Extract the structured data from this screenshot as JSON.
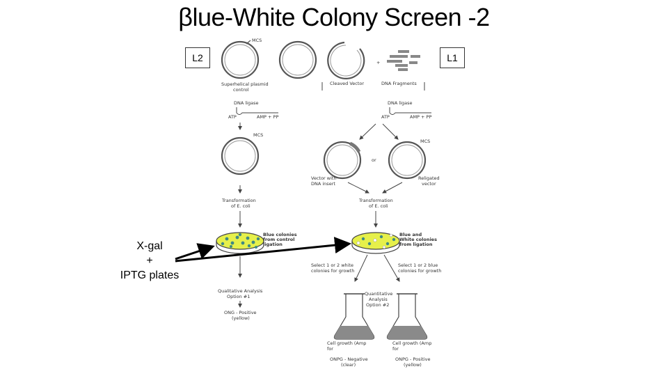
{
  "slide": {
    "title": "βlue-White Colony Screen -2"
  },
  "labels": {
    "left_box": "L2",
    "right_box": "L1"
  },
  "side_label": {
    "line1": "X-gal",
    "line2": "+",
    "line3": "IPTG plates"
  },
  "diagram": {
    "mcs_top": "MCS",
    "plus_sign": "+",
    "superhelical_1": "Superhelical plasmid",
    "superhelical_2": "control",
    "cleaved_vector": "Cleaved Vector",
    "dna_fragments": "DNA Fragments",
    "ligase_left": "DNA ligase",
    "atp_left": "ATP",
    "amp_left": "AMP + PP",
    "ligase_right": "DNA ligase",
    "atp_right": "ATP",
    "amp_right": "AMP + PP",
    "mcs_mid": "MCS",
    "mcs_religated": "MCS",
    "or": "or",
    "vector_insert_1": "Vector with",
    "vector_insert_2": "DNA insert",
    "religated_1": "Religated",
    "religated_2": "vector",
    "transform_left_1": "Transformation",
    "transform_left_2": "of E. coli",
    "transform_right_1": "Transformation",
    "transform_right_2": "of E. coli",
    "blue_ctrl_1": "Blue colonies",
    "blue_ctrl_2": "from control",
    "blue_ctrl_3": "ligation",
    "bw_1": "Blue and",
    "bw_2": "White colonies",
    "bw_3": "from ligation",
    "sel_white_1": "Select 1 or 2 white",
    "sel_white_2": "colonies for growth",
    "sel_blue_1": "Select 1 or 2 blue",
    "sel_blue_2": "colonies for growth",
    "qual_1": "Qualitative Analysis",
    "qual_2": "Option #1",
    "onpg_left_1": "ONG - Positive",
    "onpg_left_2": "(yellow)",
    "quant_1": "Quantitative",
    "quant_2": "Analysis",
    "quant_3": "Option #2",
    "growth_left_1": "Cell growth (Amp",
    "growth_left_2": "for ",
    "growth_right_1": "Cell growth (Amp",
    "growth_right_2": "for ",
    "onpg_neg_1": "ONPG - Negative",
    "onpg_neg_2": "(clear)",
    "onpg_pos_1": "ONPG - Positive",
    "onpg_pos_2": "(yellow)"
  },
  "colors": {
    "plate_fill": "#e6f04a",
    "colony": "#3f8a84",
    "flask_liquid": "#8a8a8a",
    "arrow": "#000000"
  }
}
